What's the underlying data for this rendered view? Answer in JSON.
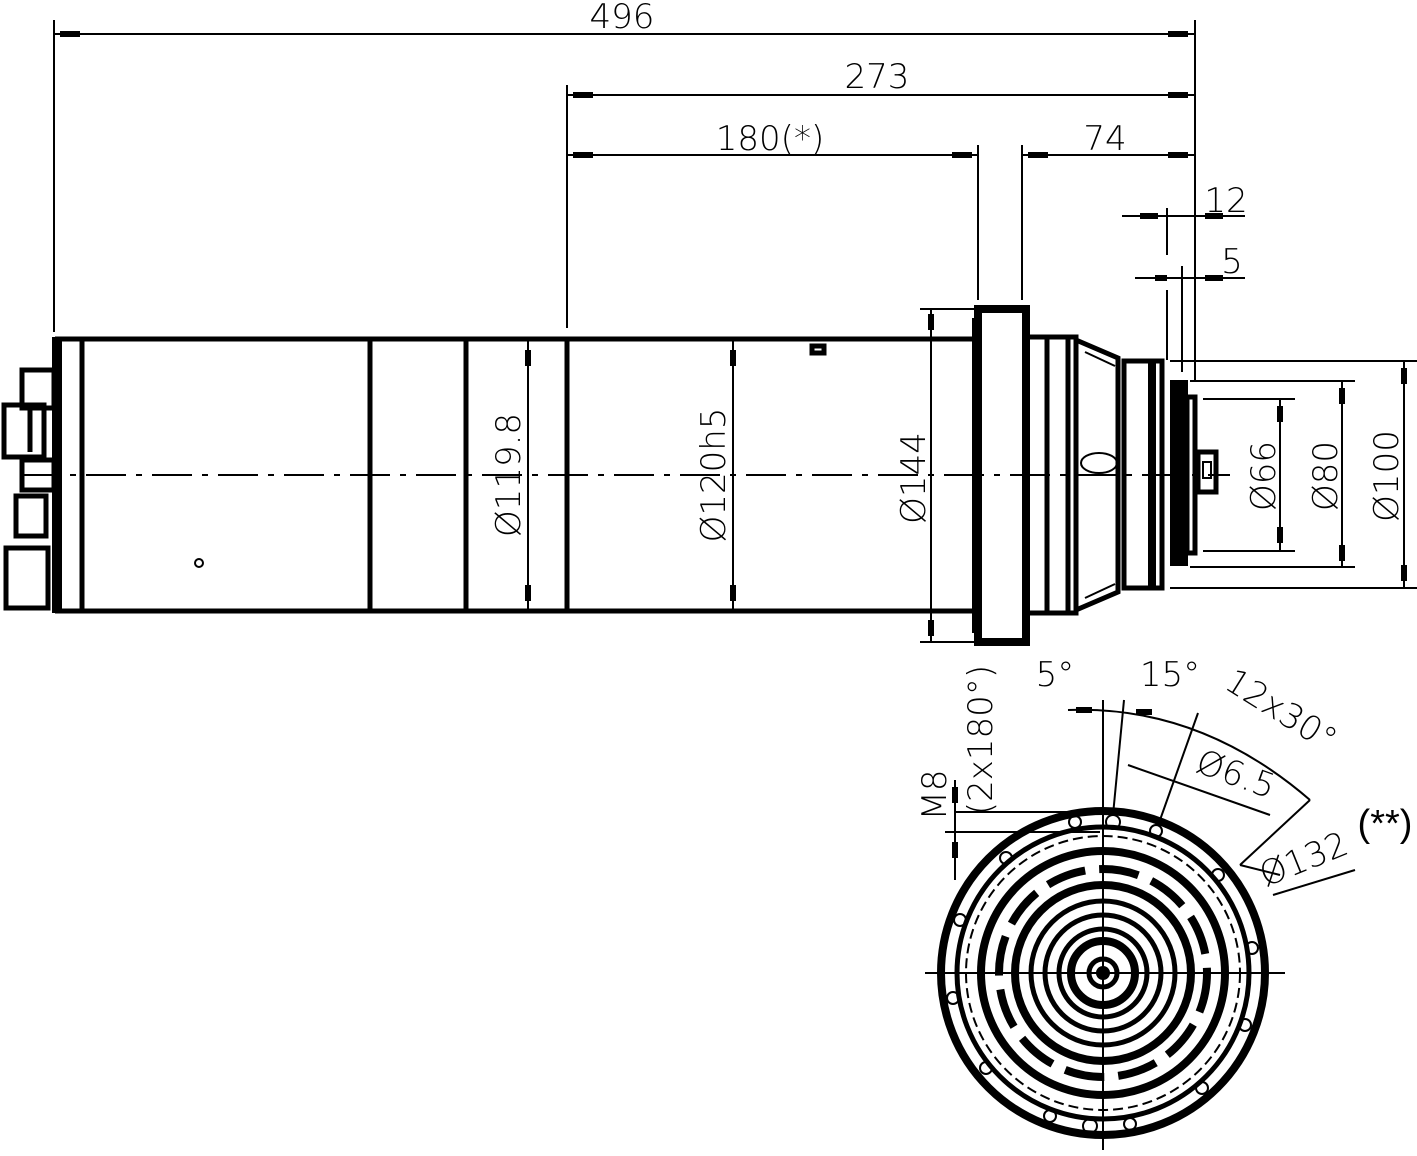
{
  "drawing": {
    "title": "Spindle motor dimensional drawing",
    "line_color": "#000000",
    "background": "#ffffff",
    "side_view": {
      "length_dims": {
        "overall": "496",
        "front_section": "273",
        "mounting_body": "180(*)",
        "nose": "74",
        "shaft_step_12": "12",
        "shaft_step_5": "5"
      },
      "diameter_dims": {
        "body_rear": "Ø119.8",
        "body_fit": "Ø120h5",
        "flange": "Ø144",
        "shaft_inner": "Ø66",
        "shaft_mid": "Ø80",
        "nose_outer": "Ø100"
      }
    },
    "front_view": {
      "angle_5": "5°",
      "angle_15": "15°",
      "hole_pattern": "12x30°",
      "hole_diameter": "Ø6.5",
      "bolt_circle": "Ø132",
      "thread": "M8",
      "thread_pattern": "(2x180°)",
      "note_marker": "(**)"
    }
  }
}
